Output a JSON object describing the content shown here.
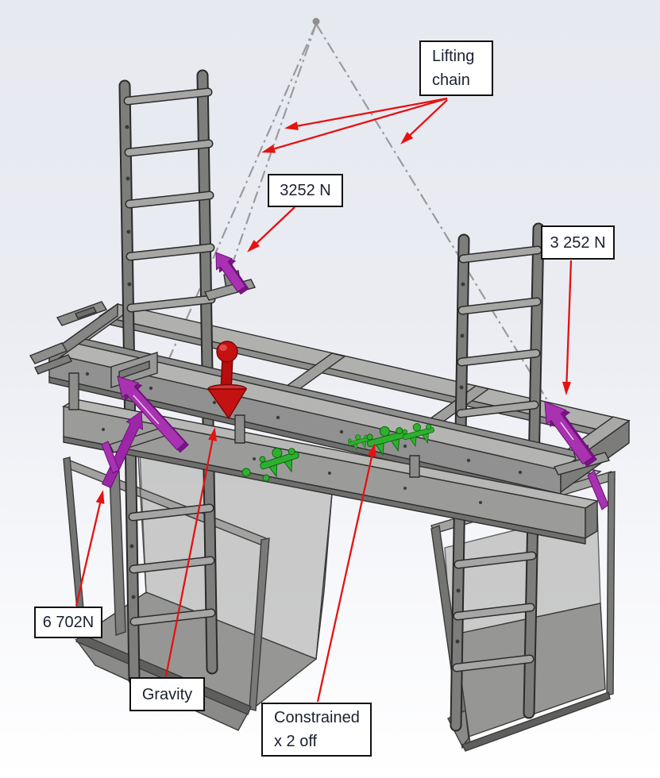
{
  "annotations": {
    "lifting_chain": {
      "line1": "Lifting",
      "line2": "chain"
    },
    "force_top_center": {
      "label": "3252 N"
    },
    "force_right": {
      "label": "3 252 N"
    },
    "force_left": {
      "label": "6 702N"
    },
    "gravity": {
      "label": "Gravity"
    },
    "constraint": {
      "line1": "Constrained",
      "line2": "x 2 off"
    }
  },
  "colors": {
    "annotation_red": "#e51212",
    "force_arrow_purple": "#a832b0",
    "gravity_arrow_red": "#c41111",
    "constraint_green": "#2eb02e",
    "chain_gray": "#9b9b9b",
    "steel_light": "#b4b5b3",
    "steel_mid": "#909190",
    "steel_dark": "#6f706e",
    "background_top": "#e7e9f0",
    "background_bottom": "#ffffff"
  }
}
